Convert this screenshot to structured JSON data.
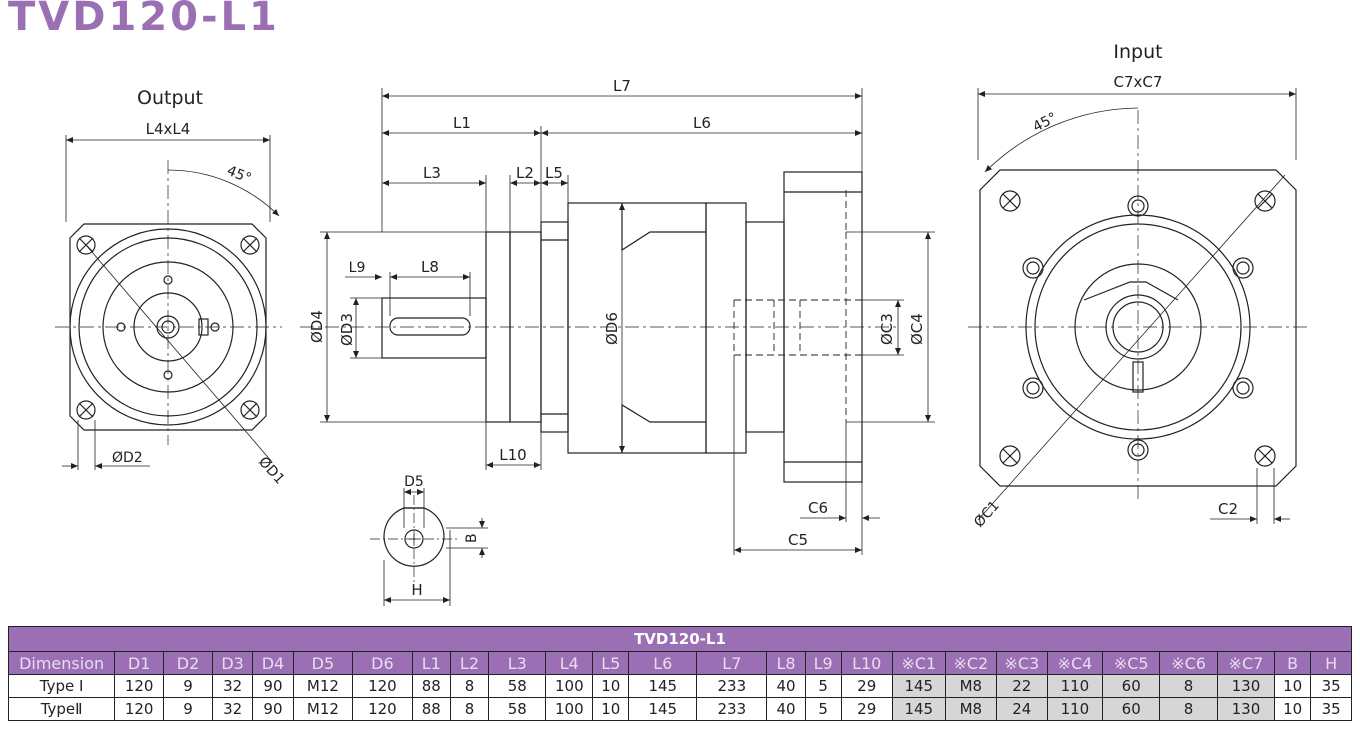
{
  "title": "TVD120-L1",
  "views": {
    "output": "Output",
    "input": "Input"
  },
  "labels": {
    "L4xL4": "L4xL4",
    "C7xC7": "C7xC7",
    "angle": "45°",
    "D1": "ØD1",
    "D2": "ØD2",
    "D3": "ØD3",
    "D4": "ØD4",
    "D6": "ØD6",
    "C1": "ØC1",
    "C2": "C2",
    "C3": "ØC3",
    "C4": "ØC4",
    "C5": "C5",
    "C6": "C6",
    "L1": "L1",
    "L2": "L2",
    "L3": "L3",
    "L5": "L5",
    "L6": "L6",
    "L7": "L7",
    "L8": "L8",
    "L9": "L9",
    "L10": "L10",
    "D5": "D5",
    "B": "B",
    "H": "H"
  },
  "table": {
    "model": "TVD120-L1",
    "headers": [
      "Dimension",
      "D1",
      "D2",
      "D3",
      "D4",
      "D5",
      "D6",
      "L1",
      "L2",
      "L3",
      "L4",
      "L5",
      "L6",
      "L7",
      "L8",
      "L9",
      "L10",
      "※C1",
      "※C2",
      "※C3",
      "※C4",
      "※C5",
      "※C6",
      "※C7",
      "B",
      "H"
    ],
    "rows": [
      [
        "Type I",
        "120",
        "9",
        "32",
        "90",
        "M12",
        "120",
        "88",
        "8",
        "58",
        "100",
        "10",
        "145",
        "233",
        "40",
        "5",
        "29",
        "145",
        "M8",
        "22",
        "110",
        "60",
        "8",
        "130",
        "10",
        "35"
      ],
      [
        "TypeⅡ",
        "120",
        "9",
        "32",
        "90",
        "M12",
        "120",
        "88",
        "8",
        "58",
        "100",
        "10",
        "145",
        "233",
        "40",
        "5",
        "29",
        "145",
        "M8",
        "24",
        "110",
        "60",
        "8",
        "130",
        "10",
        "35"
      ]
    ]
  },
  "colors": {
    "accent": "#9a6fb3",
    "shaded": "#d6d6d6"
  }
}
